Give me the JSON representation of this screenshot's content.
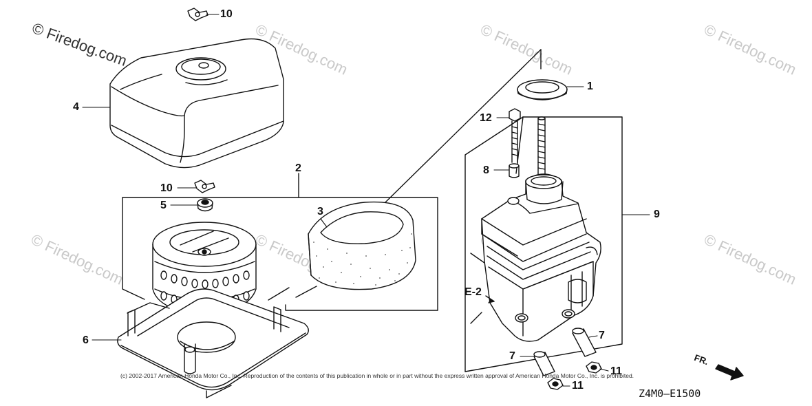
{
  "watermark": {
    "text": "© Firedog.com"
  },
  "callouts": {
    "c1": "1",
    "c2": "2",
    "c3": "3",
    "c4": "4",
    "c5": "5",
    "c6": "6",
    "c7a": "7",
    "c7b": "7",
    "c8": "8",
    "c9": "9",
    "c10a": "10",
    "c10b": "10",
    "c11a": "11",
    "c11b": "11",
    "c12": "12"
  },
  "reference": "E-2",
  "front_marker": "FR.",
  "diagram_code": "Z4M0—E1500",
  "copyright": "(c) 2002-2017 American Honda Motor Co., Inc. Reproduction of the contents of this publication in whole or in part without the express written approval of American Honda Motor Co., Inc. is prohibited."
}
